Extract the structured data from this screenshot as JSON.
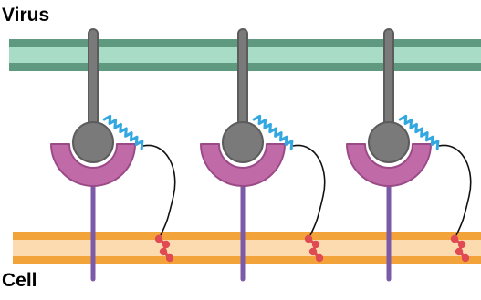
{
  "labels": {
    "virus": "Virus",
    "cell": "Cell"
  },
  "colors": {
    "virus_membrane_outer": "#5e9980",
    "virus_membrane_inner": "#a8dcc6",
    "cell_membrane_outer": "#f2a33a",
    "cell_membrane_inner": "#fcdbb0",
    "viral_protein": "#7a7a7a",
    "viral_protein_outline": "#5c5c5c",
    "receptor_cup": "#c06aa8",
    "receptor_cup_outline": "#9a4b87",
    "receptor_stem": "#7b5ba8",
    "coil": "#33a8e0",
    "tether": "#111111",
    "anchor": "#e04a52"
  },
  "units": [
    {
      "name": "binding-unit-1"
    },
    {
      "name": "binding-unit-2"
    },
    {
      "name": "binding-unit-3"
    }
  ]
}
